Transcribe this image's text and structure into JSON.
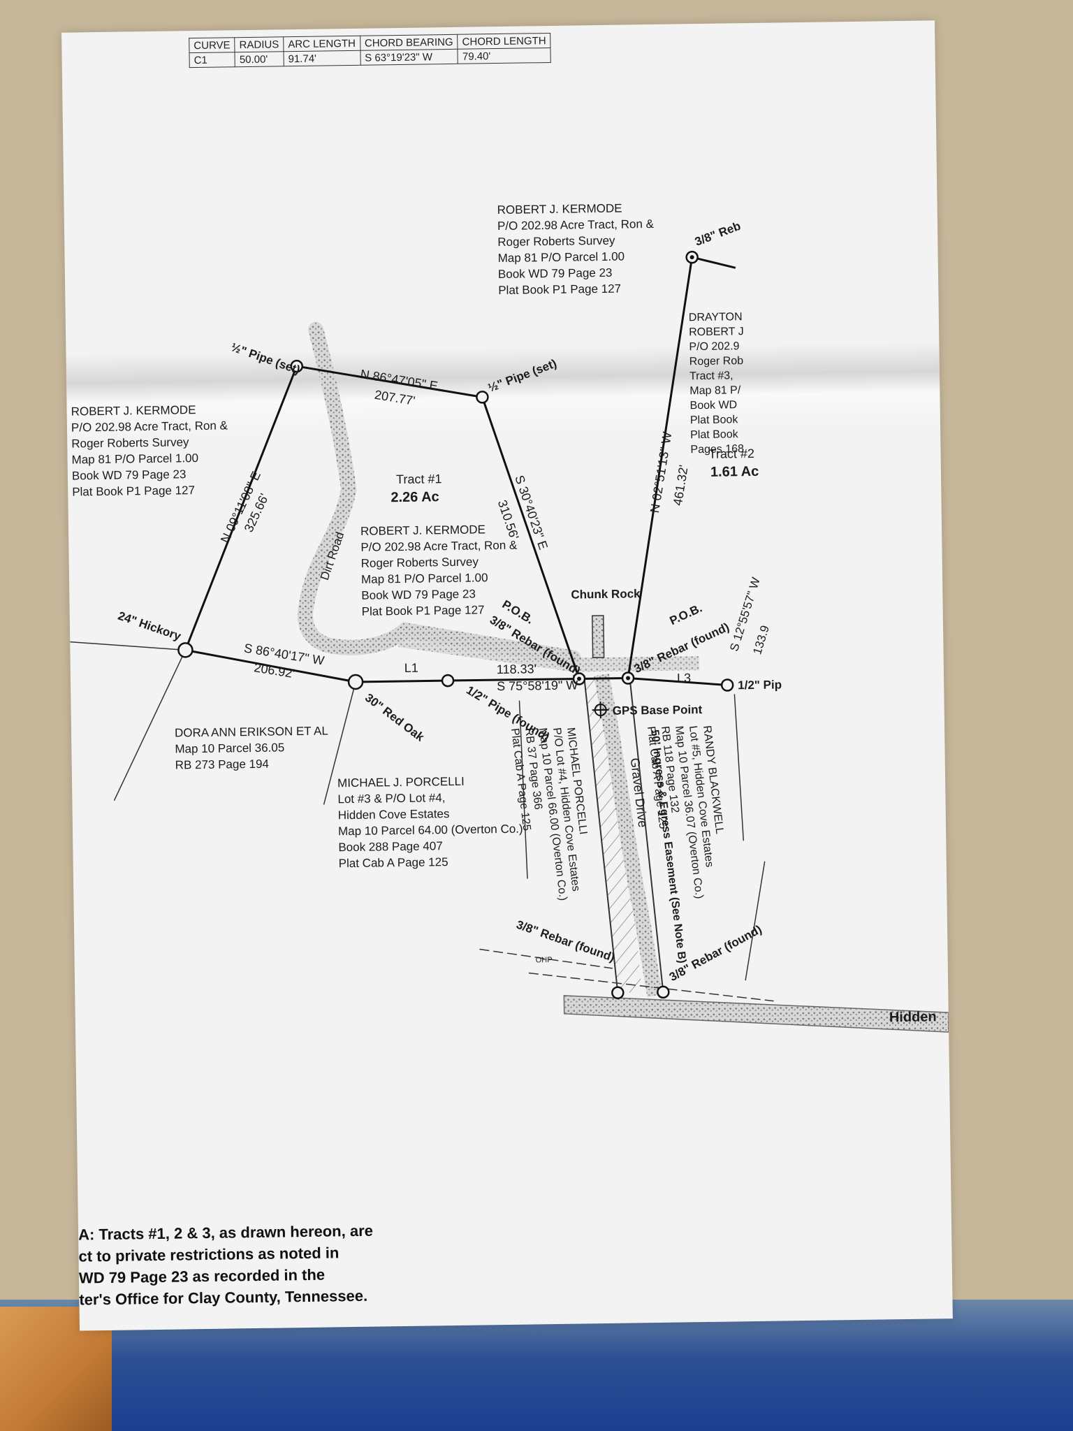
{
  "curve_table": {
    "headers": [
      "CURVE",
      "RADIUS",
      "ARC LENGTH",
      "CHORD BEARING",
      "CHORD LENGTH"
    ],
    "row": [
      "C1",
      "50.00'",
      "91.74'",
      "S 63°19'23\" W",
      "79.40'"
    ]
  },
  "owners": {
    "kermode_top": [
      "ROBERT J. KERMODE",
      "P/O 202.98 Acre Tract, Ron &",
      "Roger Roberts Survey",
      "Map 81 P/O Parcel 1.00",
      "Book WD 79 Page 23",
      "Plat Book P1 Page 127"
    ],
    "kermode_left": [
      "ROBERT J. KERMODE",
      "P/O 202.98 Acre Tract, Ron &",
      "Roger Roberts Survey",
      "Map 81 P/O Parcel 1.00",
      "Book WD 79 Page 23",
      "Plat Book P1 Page 127"
    ],
    "kermode_center": [
      "ROBERT J. KERMODE",
      "P/O 202.98 Acre Tract, Ron &",
      "Roger Roberts Survey",
      "Map 81 P/O Parcel 1.00",
      "Book WD 79 Page 23",
      "Plat Book P1 Page 127"
    ],
    "drayton": [
      "DRAYTON",
      "ROBERT J",
      "P/O 202.9",
      "Roger Rob",
      "Tract #3,",
      "Map 81 P/",
      "Book WD",
      "Plat Book",
      "Plat Book",
      "Pages 168"
    ],
    "erikson": [
      "DORA ANN ERIKSON ET AL",
      "Map 10 Parcel 36.05",
      "RB 273 Page 194"
    ],
    "porcelli_lot3": [
      "MICHAEL J. PORCELLI",
      "Lot #3 & P/O Lot #4,",
      "Hidden Cove Estates",
      "Map 10 Parcel 64.00 (Overton Co.)",
      "Book 288 Page 407",
      "Plat Cab A Page 125"
    ],
    "porcelli_lot4": [
      "MICHAEL PORCELLI",
      "P/O Lot #4, Hidden Cove Estates",
      "Map 10 Parcel 66.00 (Overton Co.)",
      "RB 37 Page 366",
      "Plat Cab A Page 125"
    ],
    "blackwell": [
      "RANDY BLACKWELL",
      "Lot #5, Hidden Cove Estates",
      "Map 10 Parcel 36.07 (Overton Co.)",
      "RB 118 Page 132",
      "Plat Cab A Page 125"
    ]
  },
  "tracts": {
    "tract1_name": "Tract #1",
    "tract1_area": "2.26 Ac",
    "tract2_name": "Tract #2",
    "tract2_area": "1.61 Ac"
  },
  "bearings": {
    "north": "N 86°47'05\" E",
    "north_len": "207.77'",
    "west": "N 09°11'08\" E",
    "west_len": "325.66'",
    "east": "S 30°40'23\" E",
    "east_len": "310.56'",
    "south": "S 86°40'17\" W",
    "south_len": "206.92'",
    "south2": "S 75°58'19\" W",
    "south2_len": "118.33'",
    "tract2_west": "N 02°51'13\" W",
    "tract2_west_len": "461.32'",
    "tract2_east": "S 12°55'57\" W",
    "tract2_east_len": "133.9",
    "l1": "L1",
    "l3": "L3"
  },
  "monuments": {
    "pipe_nw": "½\" Pipe (set)",
    "pipe_ne": "½\" Pipe (set)",
    "hickory": "24\" Hickory",
    "red_oak": "30\" Red Oak",
    "pipe_found": "1/2\" Pipe (found)",
    "pob1": "P.O.B.",
    "pob1_rebar": "3/8\" Rebar (found)",
    "pob2": "P.O.B.",
    "pob2_rebar": "3/8\" Rebar (found)",
    "rebar_top": "3/8\" Reb",
    "pipe_right": "1/2\" Pip",
    "rebar_bottom_left": "3/8\" Rebar (found)",
    "rebar_bottom_right": "3/8\" Rebar (found)",
    "chunk_rock": "Chunk Rock",
    "gps": "GPS Base Point"
  },
  "features": {
    "dirt_road": "Dirt Road",
    "gravel_drive": "Gravel Drive",
    "easement": "50' Ingress & Egress Easement (See Note B)",
    "road_name": "Hidden",
    "ohp": "OHP"
  },
  "note": [
    "A: Tracts #1, 2 & 3, as drawn hereon, are",
    "ct to private restrictions as noted in",
    "WD 79 Page 23 as recorded in the",
    "ter's Office for Clay County, Tennessee."
  ]
}
